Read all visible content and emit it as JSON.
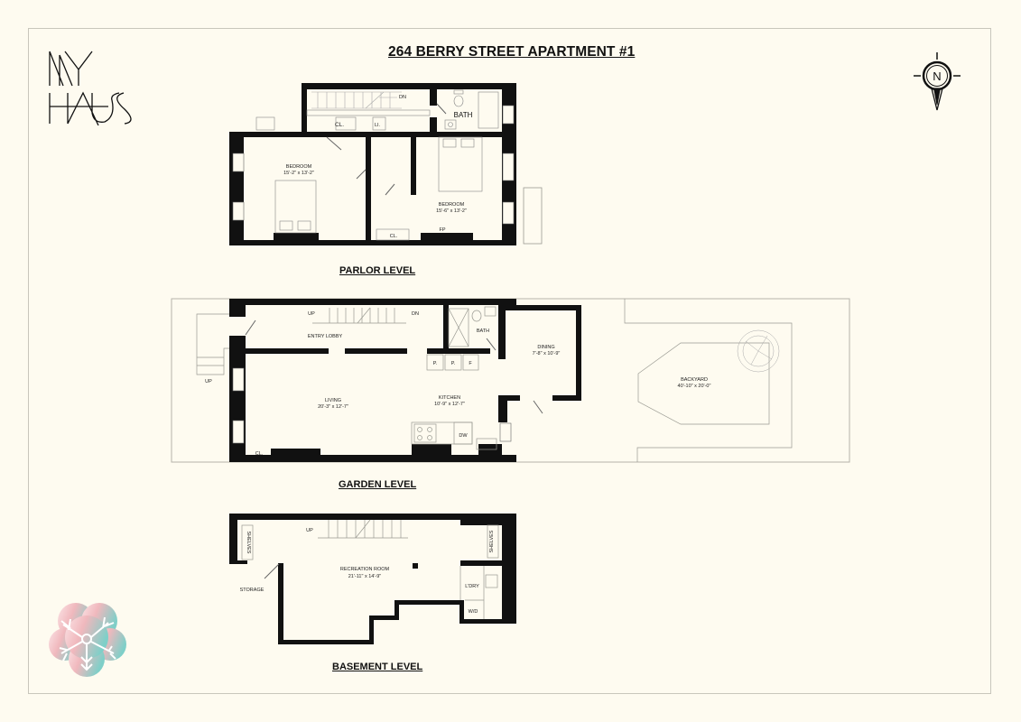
{
  "title": "264 BERRY STREET APARTMENT #1",
  "brand": {
    "line1": "MY",
    "line2": "HAUS"
  },
  "compass": {
    "label": "N",
    "icon": "north-arrow-icon"
  },
  "levels": {
    "parlor": {
      "label": "PARLOR LEVEL",
      "rooms": [
        {
          "name": "BEDROOM",
          "size": "15'-2\" x 13'-2\""
        },
        {
          "name": "BEDROOM",
          "size": "15'-6\" x 13'-2\""
        }
      ],
      "tags": {
        "bath": "BATH",
        "dn": "DN",
        "cl1": "CL.",
        "li": "LI.",
        "cl2": "CL.",
        "fp": "FP"
      }
    },
    "garden": {
      "label": "GARDEN LEVEL",
      "rooms": [
        {
          "name": "LIVING",
          "size": "20'-3\" x 12'-7\""
        },
        {
          "name": "KITCHEN",
          "size": "10'-9\" x 12'-7\""
        },
        {
          "name": "DINING",
          "size": "7'-8\" x 10'-9\""
        },
        {
          "name": "BACKYARD",
          "size": "40'-10\" x 20'-0\""
        }
      ],
      "tags": {
        "entry": "ENTRY LOBBY",
        "up": "UP",
        "dn": "DN",
        "bath": "BATH",
        "p1": "P.",
        "p2": "P.",
        "f": "F",
        "dw": "DW",
        "cl": "CL.",
        "stoop_up": "UP"
      }
    },
    "basement": {
      "label": "BASEMENT LEVEL",
      "rooms": [
        {
          "name": "RECREATION ROOM",
          "size": "21'-11\" x 14'-9\""
        }
      ],
      "tags": {
        "up": "UP",
        "storage": "STORAGE",
        "shelves1": "SHELVES",
        "shelves2": "SHELVES",
        "ldry": "L'DRY",
        "wd": "W/D"
      }
    }
  },
  "colors": {
    "background": "#fefbf0",
    "wall": "#111111",
    "line": "#9a9a92"
  }
}
